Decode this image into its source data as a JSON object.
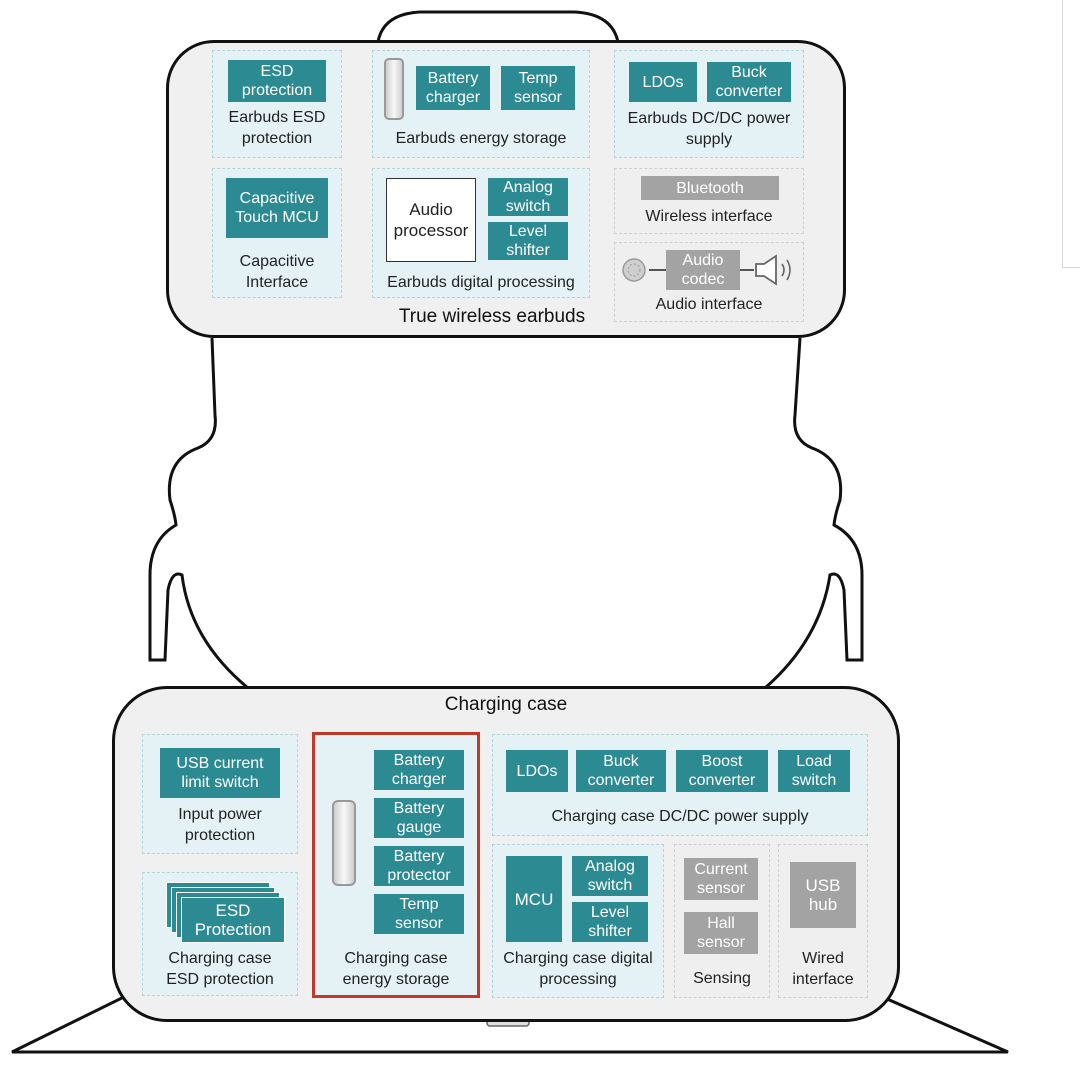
{
  "colors": {
    "chip": "#2c8a93",
    "group": "#e4f1f5",
    "gray_chip": "#a3a3a3",
    "highlight": "#c0392b"
  },
  "earbuds": {
    "title": "True wireless earbuds",
    "esd": {
      "chip": "ESD\nprotection",
      "caption": "Earbuds ESD\nprotection"
    },
    "energy": {
      "icon": "battery-icon",
      "chip1": "Battery\ncharger",
      "chip2": "Temp\nsensor",
      "caption": "Earbuds energy storage"
    },
    "dcdc": {
      "chip1": "LDOs",
      "chip2": "Buck\nconverter",
      "caption": "Earbuds DC/DC power\nsupply"
    },
    "capacitive": {
      "chip": "Capacitive\nTouch MCU",
      "caption": "Capacitive\nInterface"
    },
    "digital": {
      "chip1": "Audio\nprocessor",
      "chip2": "Analog\nswitch",
      "chip3": "Level\nshifter",
      "caption": "Earbuds digital processing"
    },
    "wireless": {
      "chip": "Bluetooth",
      "caption": "Wireless interface"
    },
    "audio": {
      "icon_left": "microphone-icon",
      "icon_right": "speaker-icon",
      "chip": "Audio\ncodec",
      "caption": "Audio interface"
    }
  },
  "case": {
    "title": "Charging case",
    "input": {
      "chip": "USB current\nlimit switch",
      "caption": "Input power\nprotection"
    },
    "esd": {
      "chip": "ESD\nProtection",
      "caption": "Charging case\nESD protection"
    },
    "energy": {
      "icon": "battery-icon",
      "chips": [
        "Battery\ncharger",
        "Battery\ngauge",
        "Battery\nprotector",
        "Temp\nsensor"
      ],
      "caption": "Charging case\nenergy storage"
    },
    "dcdc": {
      "chips": [
        "LDOs",
        "Buck\nconverter",
        "Boost\nconverter",
        "Load\nswitch"
      ],
      "caption": "Charging case DC/DC power supply"
    },
    "digital": {
      "chip1": "MCU",
      "chip2": "Analog\nswitch",
      "chip3": "Level\nshifter",
      "caption": "Charging case digital\nprocessing"
    },
    "sensing": {
      "chip1": "Current\nsensor",
      "chip2": "Hall\nsensor",
      "caption": "Sensing"
    },
    "wired": {
      "chip": "USB\nhub",
      "caption": "Wired\ninterface"
    }
  }
}
